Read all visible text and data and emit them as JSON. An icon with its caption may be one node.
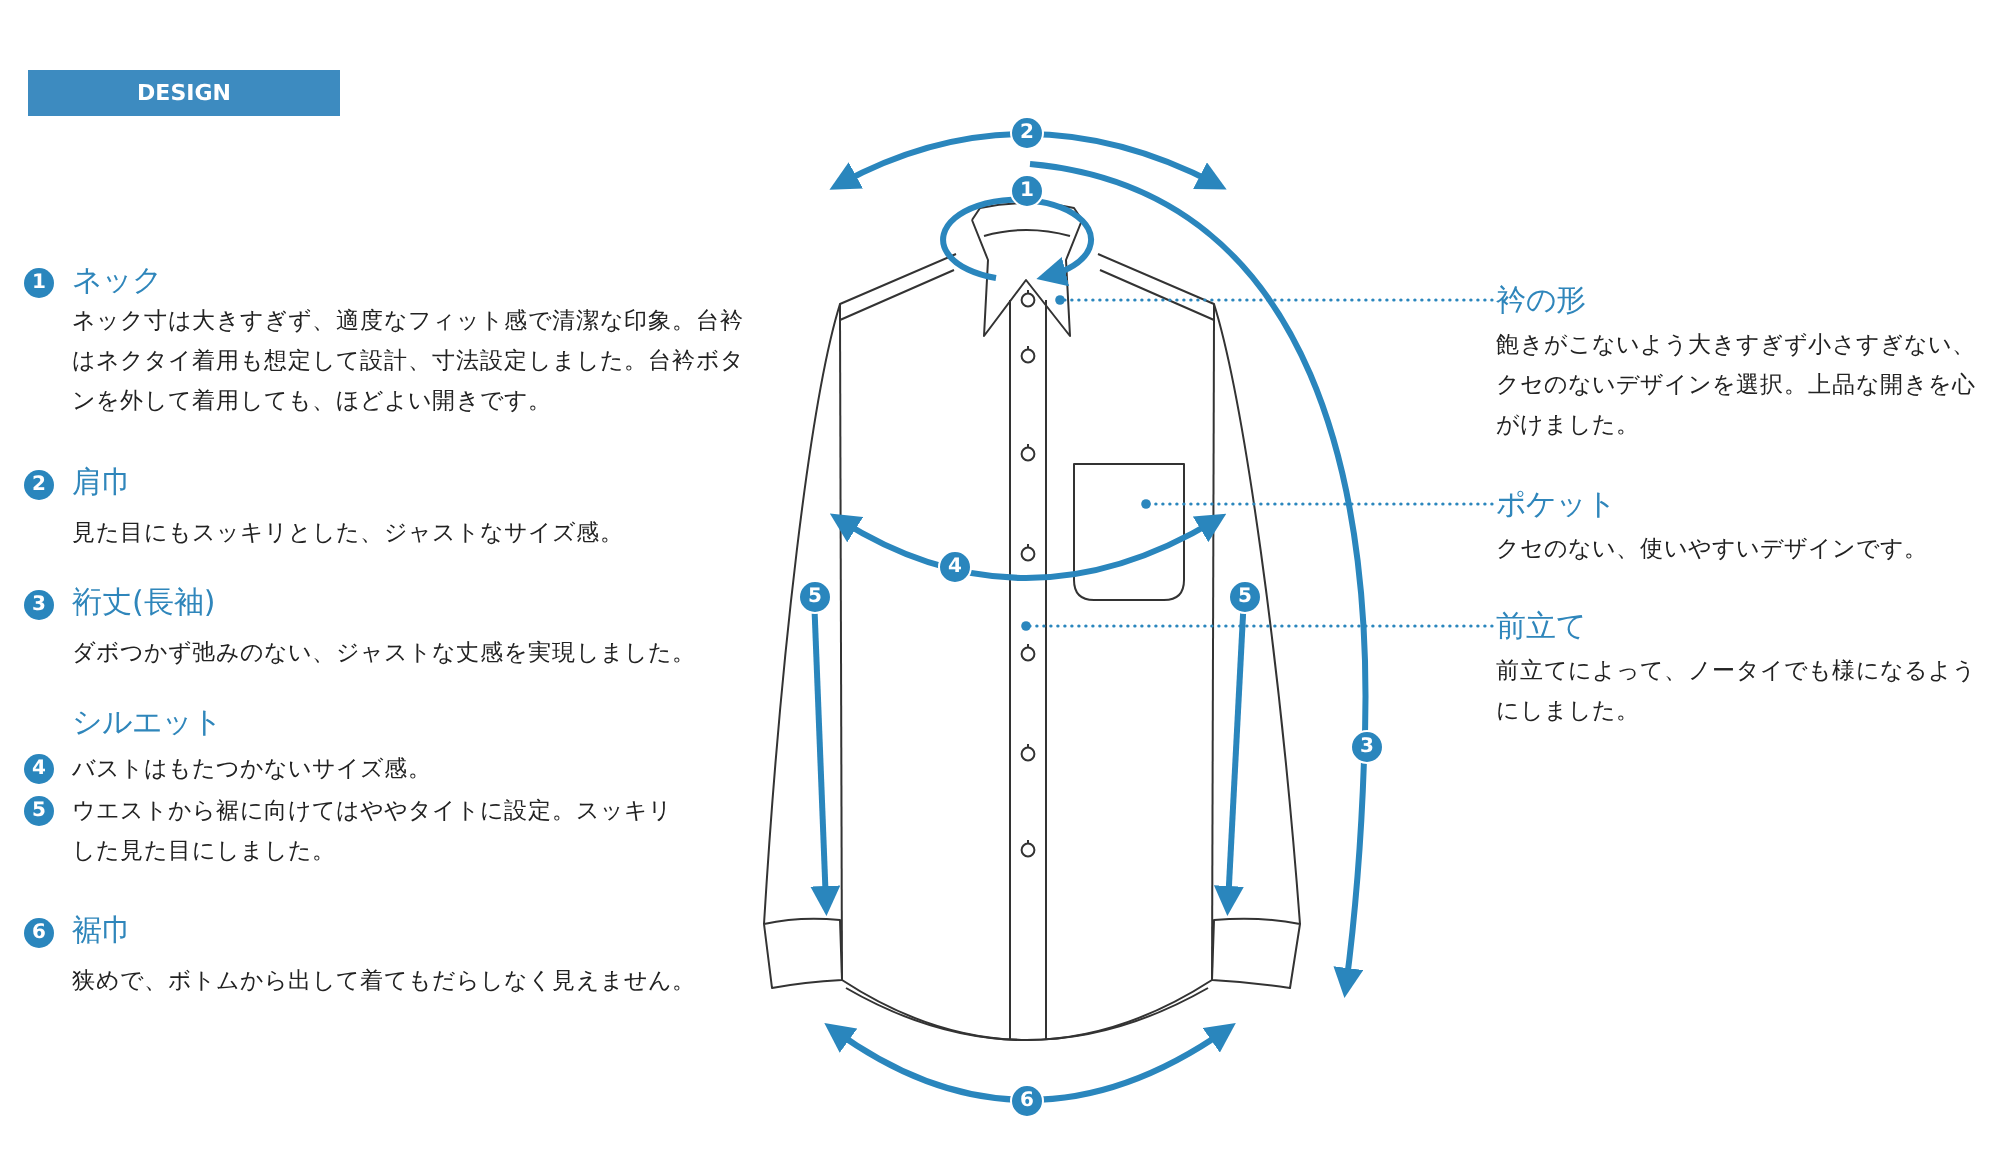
{
  "diagram": {
    "title": "DESIGN",
    "nodes": [
      {
        "text": [
          "衿の形",
          "飽きがこないよう大きすぎず小さすぎない、クセのないデザインを選択。上品な開きを心がけました。"
        ]
      },
      {
        "text": [
          "ポケット",
          "クセのない、使いやすいデザインです。"
        ]
      },
      {
        "text": [
          "前立て",
          "前立てによって、ノータイでも様になるようにしました。"
        ]
      }
    ],
    "edges": [
      {
        "from": 0,
        "to": null,
        "arrow": "other"
      },
      {
        "from": 1,
        "to": null,
        "arrow": "other"
      },
      {
        "from": 2,
        "to": null,
        "arrow": "other"
      }
    ],
    "labels": [
      "1",
      "ネック",
      "ネック寸は大きすぎず、適度なフィット感で清潔な印象。台衿はネクタイ着用も想定して設計、寸法設定しました。台衿ボタンを外して着用しても、ほどよい開きです。",
      "2",
      "肩巾",
      "見た目にもスッキリとした、ジャストなサイズ感。",
      "3",
      "裄丈(長袖)",
      "ダボつかず弛みのない、ジャストな丈感を実現しました。",
      "シルエット",
      "4",
      "バストはもたつかないサイズ感。",
      "5",
      "ウエストから裾に向けてはややタイトに設定。スッキリした見た目にしました。",
      "6",
      "裾巾",
      "狭めで、ボトムから出して着てもだらしなく見えません。",
      "2",
      "1",
      "4",
      "5",
      "5",
      "3",
      "6"
    ]
  }
}
